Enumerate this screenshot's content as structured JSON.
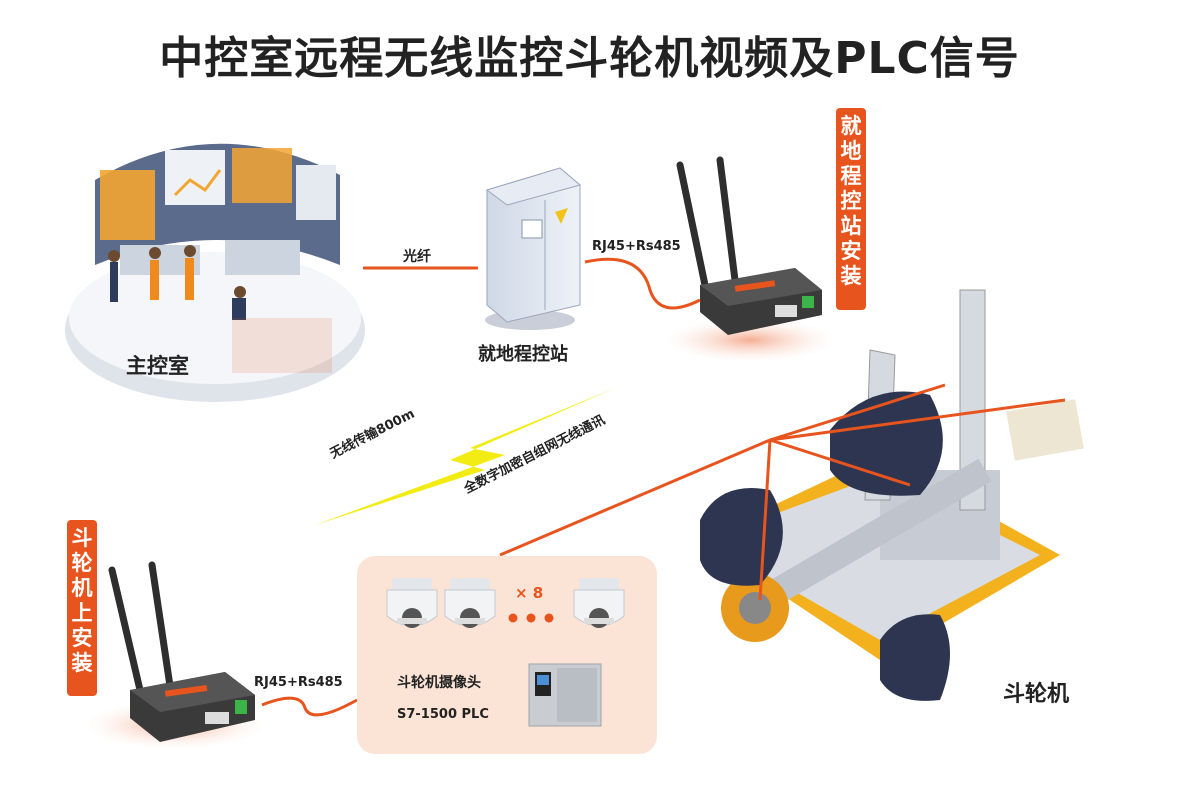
{
  "title": "中控室远程无线监控斗轮机视频及PLC信号",
  "nodes": {
    "control_room": "主控室",
    "local_station": "就地程控站",
    "bucket_wheel": "斗轮机"
  },
  "links": {
    "fiber": "光纤",
    "rj45_top": "RJ45+Rs485",
    "rj45_bottom": "RJ45+Rs485",
    "wireless_range": "无线传输800m",
    "wireless_network": "全数字加密自组网无线通讯"
  },
  "tags": {
    "local_install": [
      "就",
      "地",
      "程",
      "控",
      "站",
      "安",
      "装"
    ],
    "machine_install": [
      "斗",
      "轮",
      "机",
      "上",
      "安",
      "装"
    ]
  },
  "panel": {
    "multiplier": "× 8",
    "camera_label": "斗轮机摄像头",
    "plc_label": "S7-1500 PLC"
  },
  "colors": {
    "accent": "#e8541e",
    "lightning": "#f2ec14",
    "panel_bg": "#fbe3d6",
    "router": "#3a3a3a"
  }
}
